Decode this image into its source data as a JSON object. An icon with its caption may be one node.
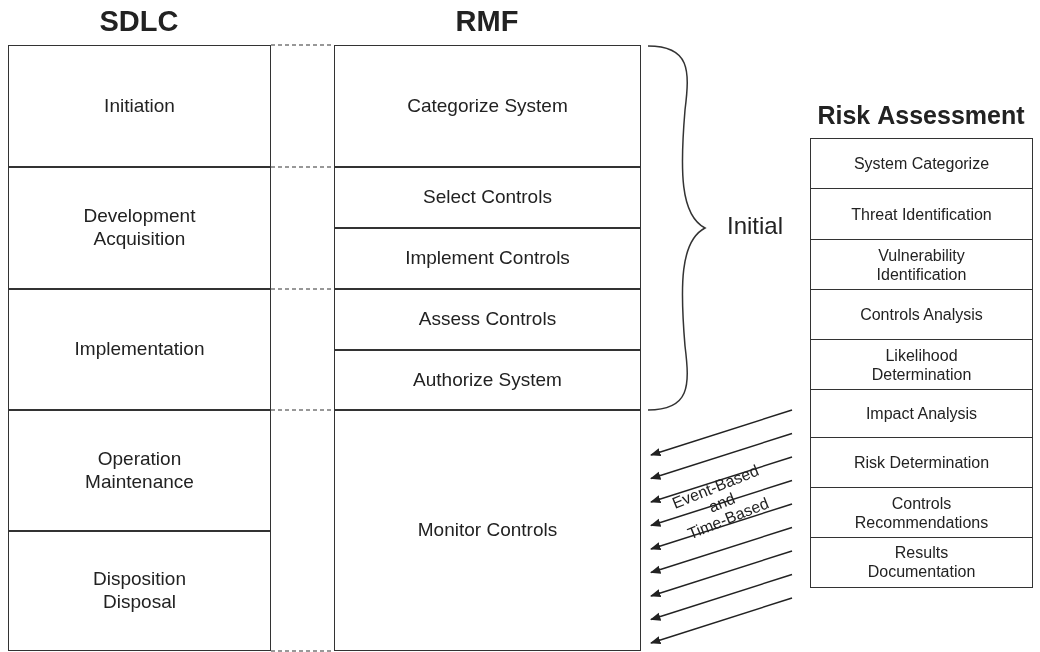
{
  "diagram": {
    "nodes": [
      {
        "text": [
          "Initiation"
        ]
      },
      {
        "text": [
          "Development Acquisition"
        ]
      },
      {
        "text": [
          "Implementation"
        ]
      },
      {
        "text": [
          "Operation Maintenance"
        ]
      },
      {
        "text": [
          "Disposition Disposal"
        ]
      },
      {
        "text": [
          "Categorize System"
        ]
      },
      {
        "text": [
          "Select Controls"
        ]
      },
      {
        "text": [
          "Implement Controls"
        ]
      },
      {
        "text": [
          "Assess Controls"
        ]
      },
      {
        "text": [
          "Authorize System"
        ]
      },
      {
        "text": [
          "Monitor Controls"
        ]
      },
      {
        "text": [
          "System Categorize"
        ]
      },
      {
        "text": [
          "Threat Identification"
        ]
      },
      {
        "text": [
          "Vulnerability Identification"
        ]
      },
      {
        "text": [
          "Controls Analysis"
        ]
      },
      {
        "text": [
          "Likelihood Determination"
        ]
      },
      {
        "text": [
          "Impact Analysis"
        ]
      },
      {
        "text": [
          "Risk Determination"
        ]
      },
      {
        "text": [
          "Controls Recommendations"
        ]
      },
      {
        "text": [
          "Results Documentation"
        ]
      }
    ],
    "edges": [
      {
        "from": null,
        "to": 10,
        "arrow": "to"
      },
      {
        "from": null,
        "to": 10,
        "arrow": "to"
      },
      {
        "from": null,
        "to": 10,
        "arrow": "to"
      },
      {
        "from": null,
        "to": 10,
        "arrow": "to"
      },
      {
        "from": null,
        "to": 10,
        "arrow": "to"
      },
      {
        "from": null,
        "to": 10,
        "arrow": "to"
      },
      {
        "from": null,
        "to": 10,
        "arrow": "to"
      },
      {
        "from": null,
        "to": 10,
        "arrow": "to"
      },
      {
        "from": null,
        "to": 10,
        "arrow": "to"
      }
    ],
    "labels": [
      "SDLC",
      "RMF",
      "Risk Assessment",
      "Initial",
      "Event-Based and Time-Based"
    ]
  }
}
